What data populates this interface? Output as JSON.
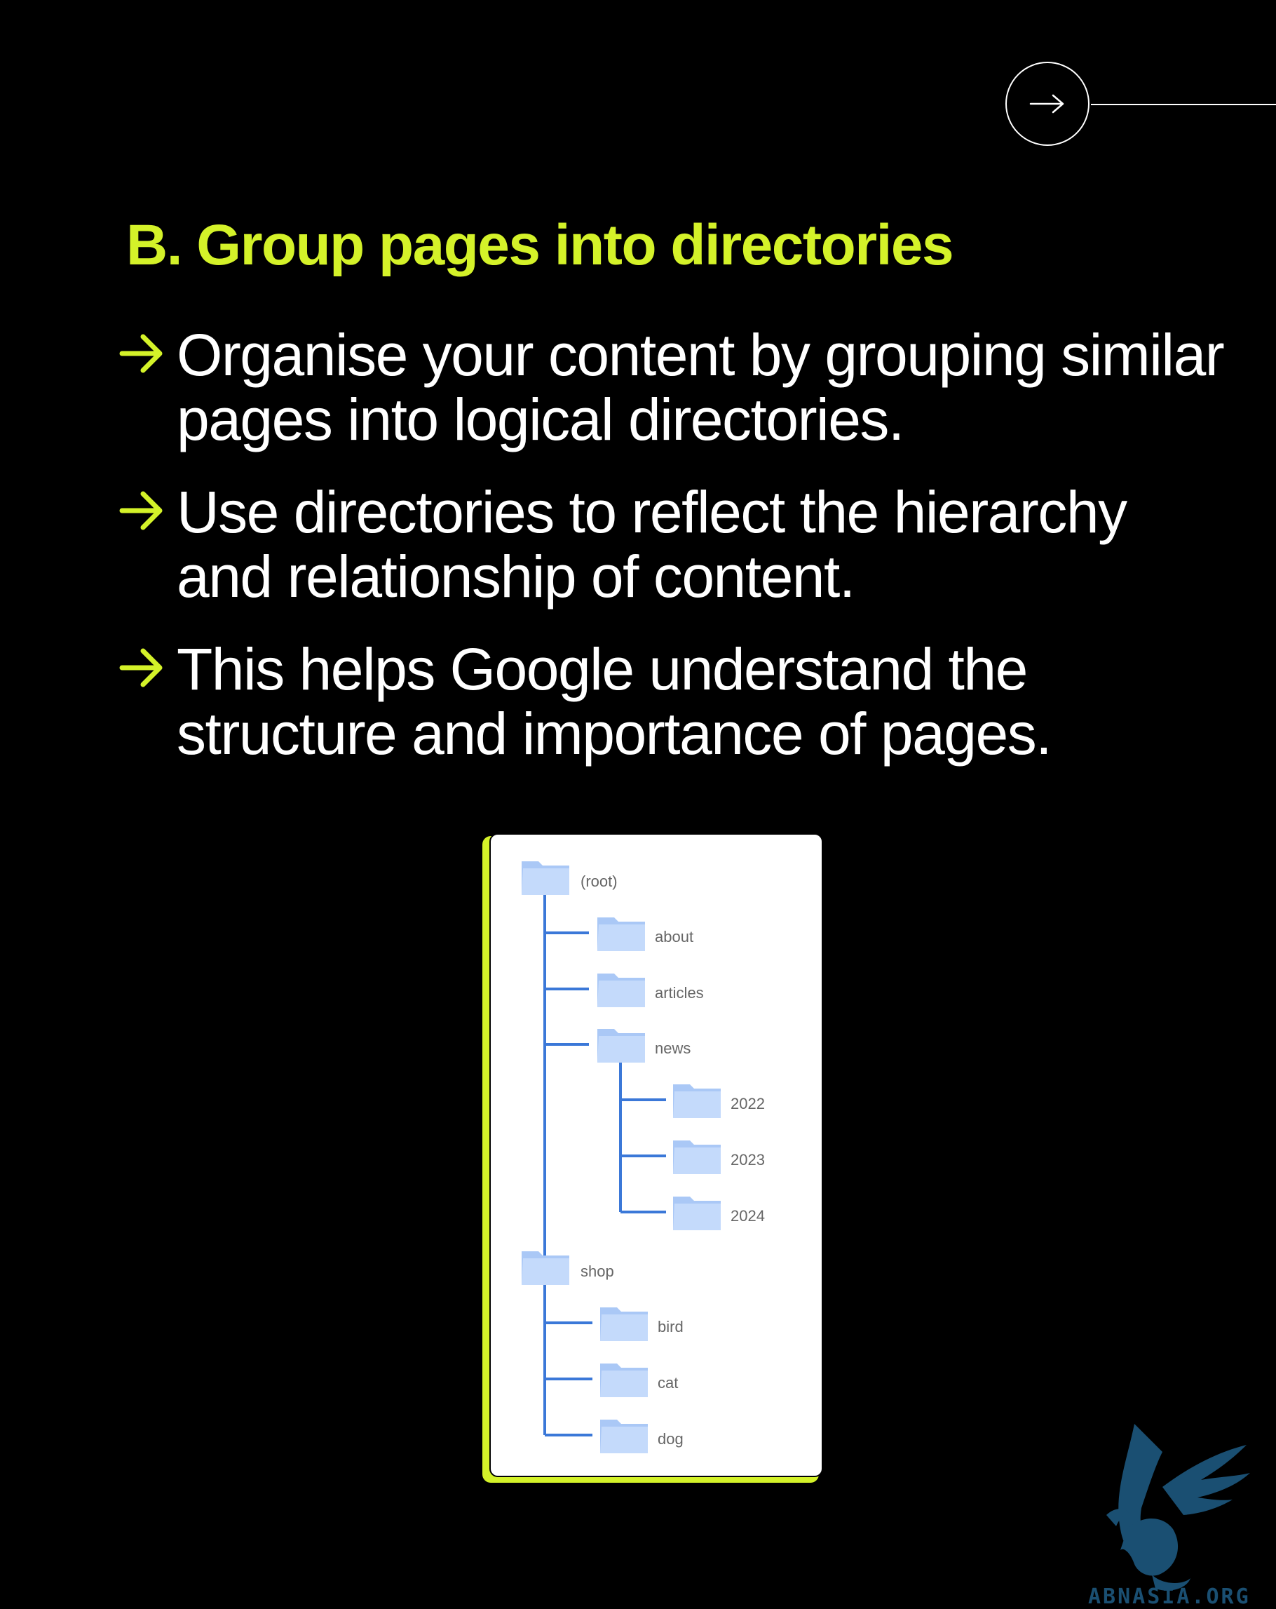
{
  "title": "B. Group pages into directories",
  "bullets": [
    {
      "text": "Organise  your content by grouping  similar pages into logical directories."
    },
    {
      "text": "Use directories to reflect the hierarchy and relationship of content."
    },
    {
      "text": "This helps Google understand the structure and importance of pages."
    }
  ],
  "tree": {
    "root": "(root)",
    "about": "about",
    "articles": "articles",
    "news": "news",
    "y2022": "2022",
    "y2023": "2023",
    "y2024": "2024",
    "shop": "shop",
    "bird": "bird",
    "cat": "cat",
    "dog": "dog"
  },
  "logo": {
    "text": "ABNASIA.ORG"
  },
  "colors": {
    "accent": "#d4f229",
    "line": "#3b78d8",
    "folder": "#aac8f6",
    "background": "#000000"
  }
}
